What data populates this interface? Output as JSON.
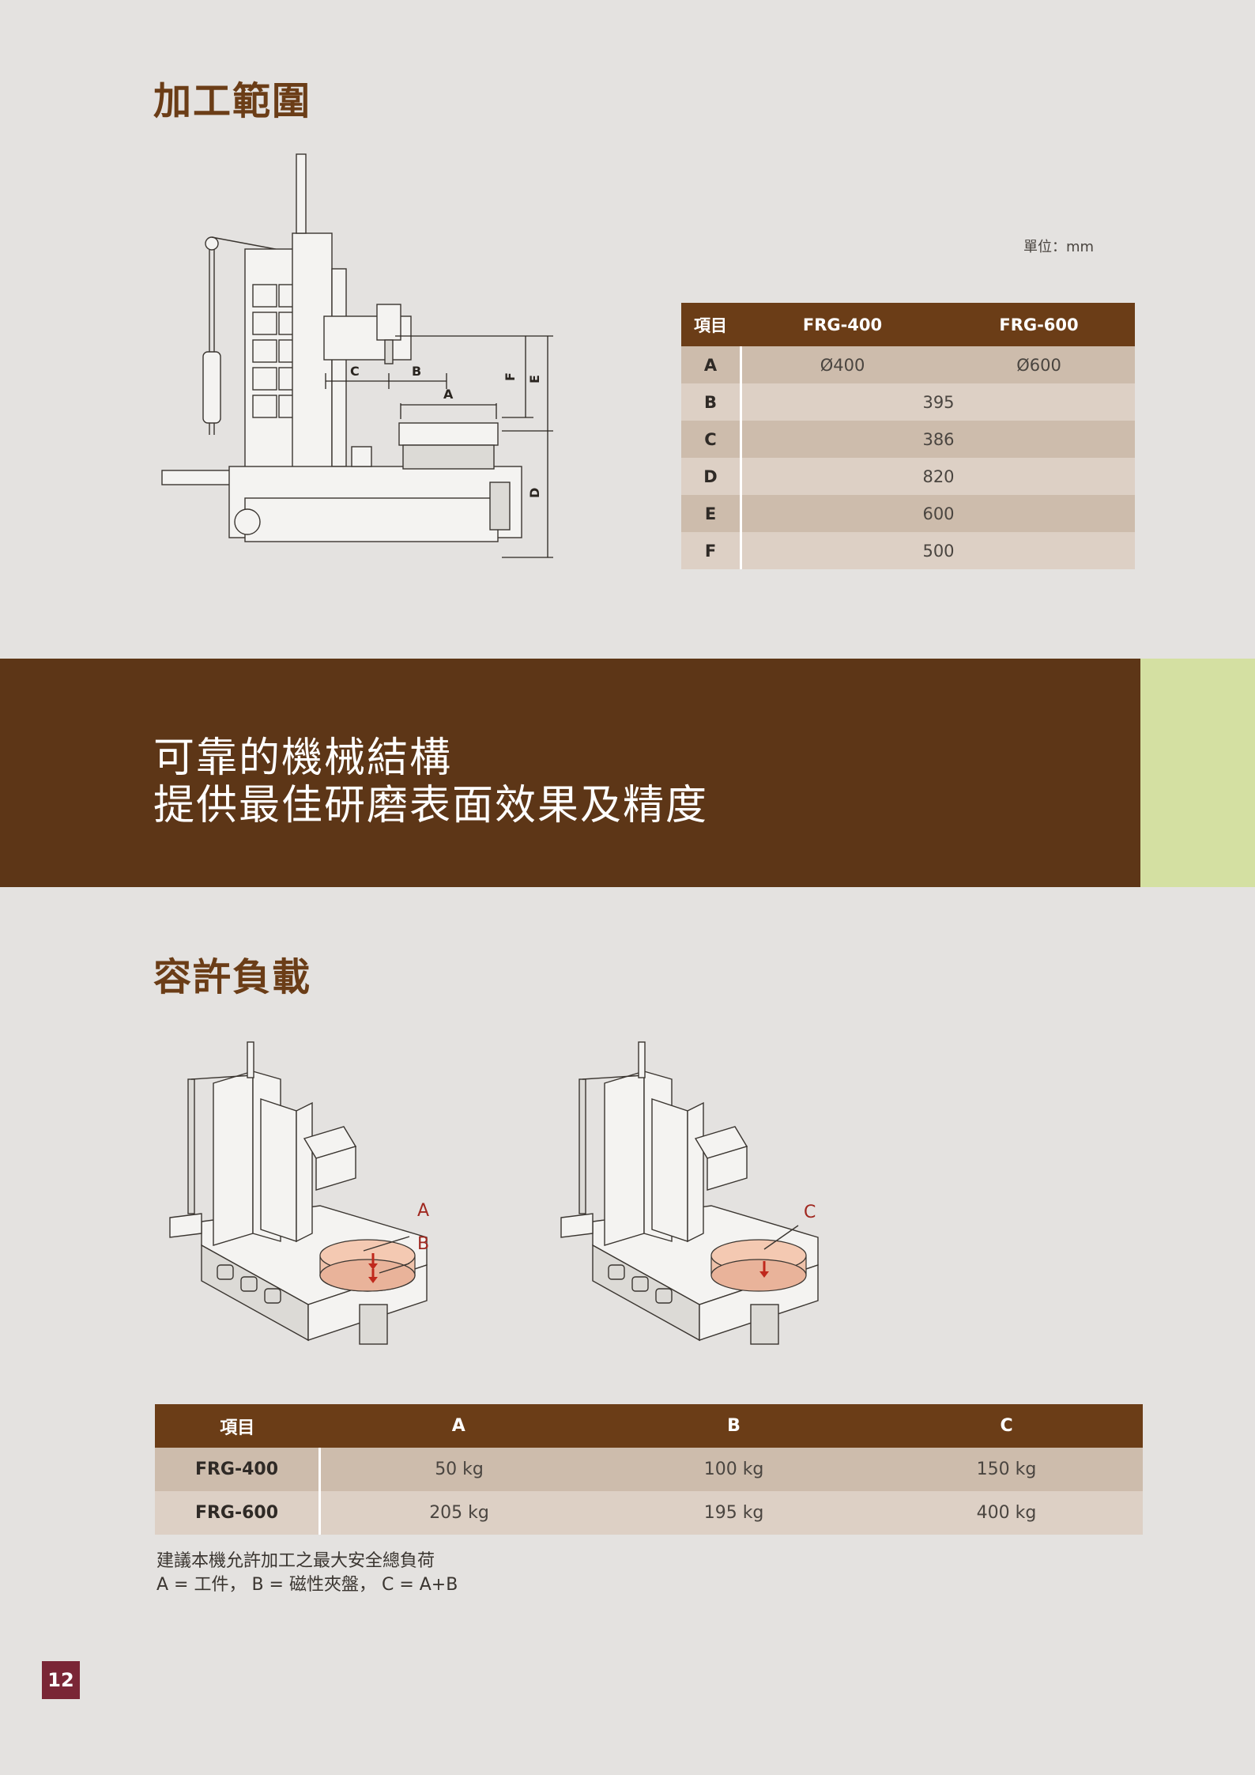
{
  "range_section": {
    "title": "加工範圍",
    "unit_note": "單位：mm",
    "dimension_labels": [
      "C",
      "B",
      "A",
      "F",
      "E",
      "D"
    ],
    "table": {
      "headers": [
        "項目",
        "FRG-400",
        "FRG-600"
      ],
      "rows": [
        {
          "item": "A",
          "frg400": "Ø400",
          "frg600": "Ø600"
        },
        {
          "item": "B",
          "shared": "395"
        },
        {
          "item": "C",
          "shared": "386"
        },
        {
          "item": "D",
          "shared": "820"
        },
        {
          "item": "E",
          "shared": "600"
        },
        {
          "item": "F",
          "shared": "500"
        }
      ]
    }
  },
  "banner": {
    "line1": "可靠的機械結構",
    "line2": "提供最佳研磨表面效果及精度",
    "color": "#5d3617",
    "accent_color": "#d4e0a2"
  },
  "load_section": {
    "title": "容許負載",
    "callouts": {
      "a": "A",
      "b": "B",
      "c": "C"
    },
    "table": {
      "headers": [
        "項目",
        "A",
        "B",
        "C"
      ],
      "rows": [
        {
          "model": "FRG-400",
          "a": "50 kg",
          "b": "100 kg",
          "c": "150 kg"
        },
        {
          "model": "FRG-600",
          "a": "205 kg",
          "b": "195 kg",
          "c": "400 kg"
        }
      ]
    },
    "note_line1": "建議本機允許加工之最大安全總負荷",
    "note_line2": "A = 工件， B = 磁性夾盤， C = A+B"
  },
  "page_number": "12"
}
